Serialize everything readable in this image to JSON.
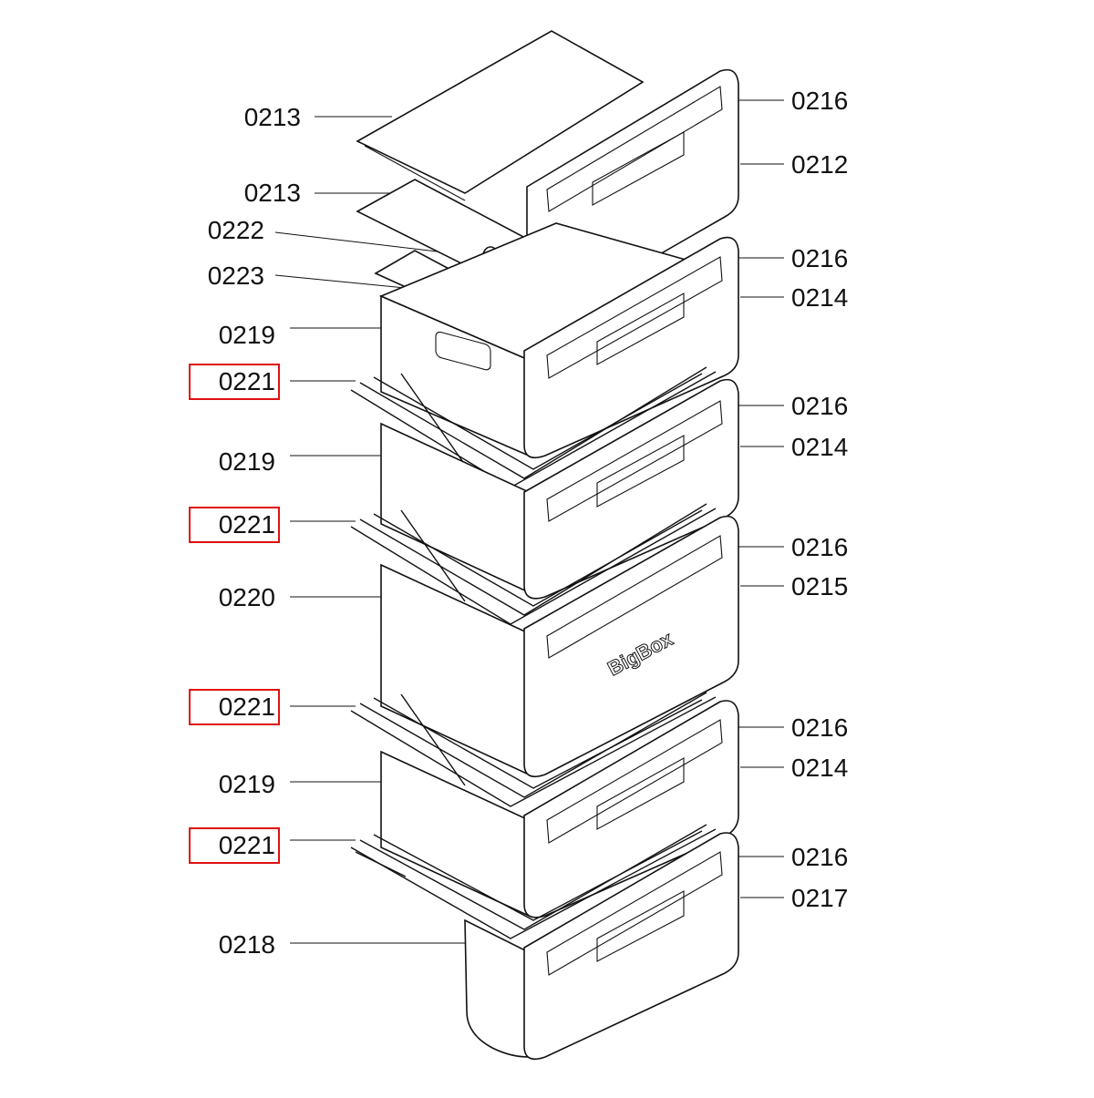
{
  "labels": {
    "l_0213_a": "0213",
    "l_0213_b": "0213",
    "l_0222": "0222",
    "l_0223": "0223",
    "l_0219_a": "0219",
    "l_0221_a": "0221",
    "l_0219_b": "0219",
    "l_0221_b": "0221",
    "l_0220": "0220",
    "l_0221_c": "0221",
    "l_0219_c": "0219",
    "l_0221_d": "0221",
    "l_0218": "0218",
    "r_0216_a": "0216",
    "r_0212": "0212",
    "r_0216_b": "0216",
    "r_0214_a": "0214",
    "r_0216_c": "0216",
    "r_0214_b": "0214",
    "r_0216_d": "0216",
    "r_0215": "0215",
    "r_0216_e": "0216",
    "r_0214_c": "0214",
    "r_0216_f": "0216",
    "r_0217": "0217"
  },
  "brand_text": "BigBox",
  "colors": {
    "highlight": "#e01010",
    "line": "#111111",
    "background": "#ffffff"
  }
}
